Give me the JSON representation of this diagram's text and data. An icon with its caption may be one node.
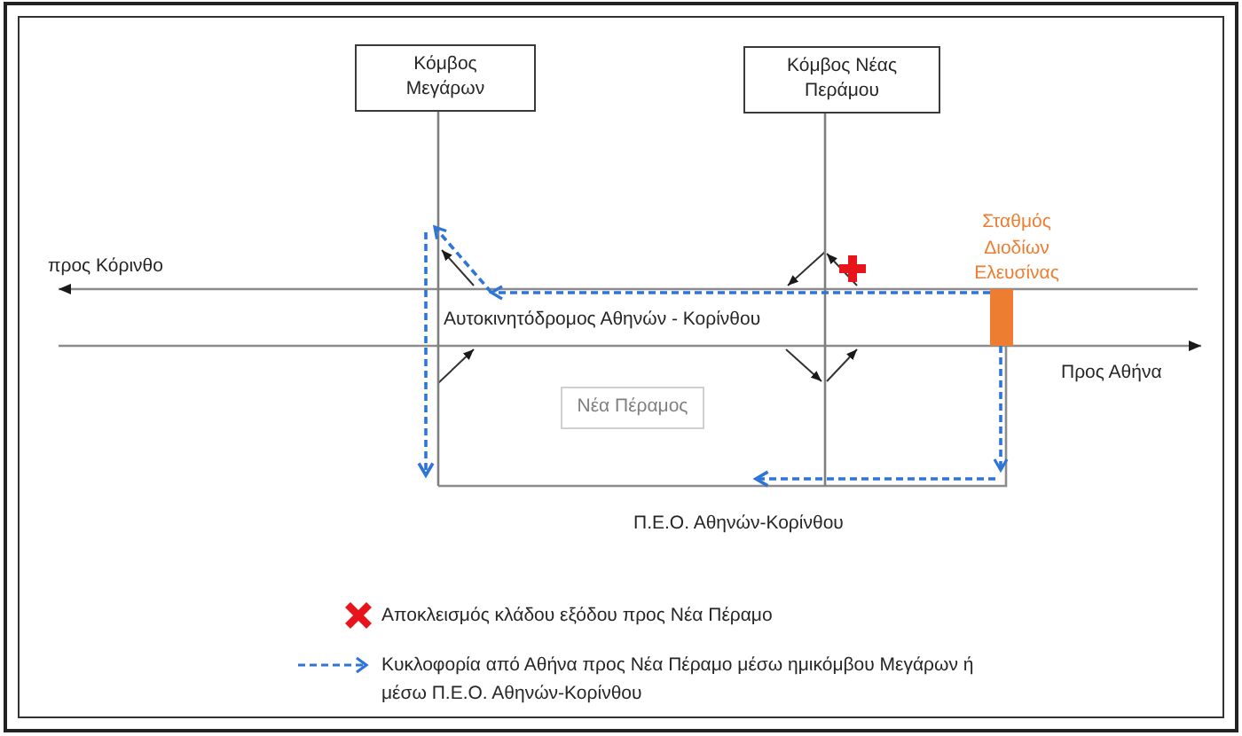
{
  "diagram": {
    "nodes": [
      {
        "text": [
          "Κόμβος Μεγάρων"
        ]
      },
      {
        "text": [
          "Κόμβος Νέας Περάμου"
        ]
      },
      {
        "text": [],
        "shape": "bar",
        "beside": [
          "Σταθμός Διοδίων Ελευσίνας"
        ]
      },
      {
        "text": [
          "Νέα Πέραμος"
        ]
      }
    ],
    "edges": [
      {
        "from": 0,
        "to": null,
        "arrow": "none"
      },
      {
        "from": 1,
        "to": null,
        "arrow": "none"
      },
      {
        "from": 2,
        "to": null,
        "arrow": "to",
        "style": "dashed",
        "color": "#2e75d6"
      },
      {
        "from": 2,
        "to": null,
        "arrow": "to",
        "style": "dashed",
        "color": "#2e75d6"
      }
    ],
    "labels": [
      "προς Κόρινθο",
      "Αυτοκινητόδρομος Αθηνών - Κορίνθου",
      "Προς Αθήνα",
      "Π.Ε.Ο. Αθηνών-Κορίνθου"
    ],
    "legend": [
      {
        "text": "Αποκλεισμός κλάδου εξόδου προς Νέα Πέραμο"
      },
      {
        "text": "Κυκλοφορία από Αθήνα προς Νέα Πέραμο μέσω ημικόμβου Μεγάρων ή μέσω Π.Ε.Ο. Αθηνών-Κορίνθου"
      }
    ]
  }
}
